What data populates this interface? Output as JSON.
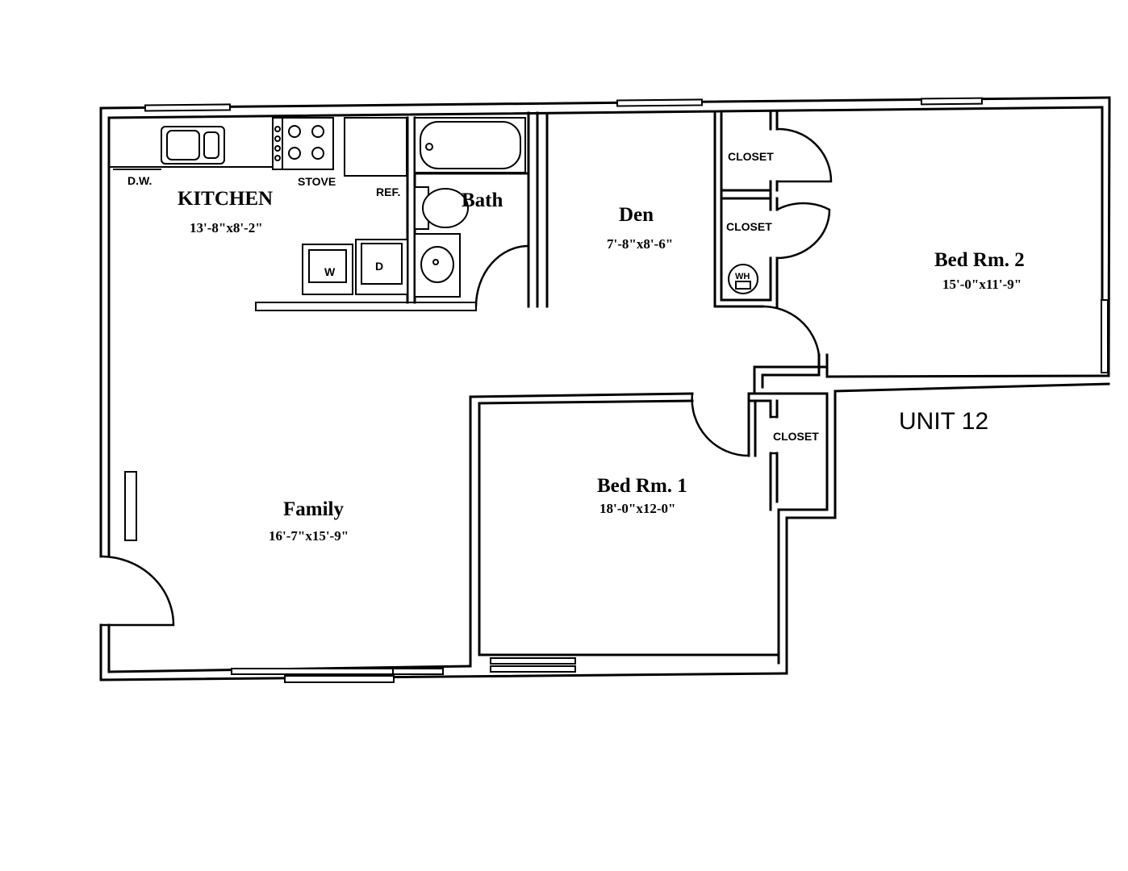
{
  "unit": {
    "label": "UNIT 12"
  },
  "rooms": {
    "kitchen": {
      "name": "KITCHEN",
      "dims": "13'-8\"x8'-2\""
    },
    "bath": {
      "name": "Bath"
    },
    "den": {
      "name": "Den",
      "dims": "7'-8\"x8'-6\""
    },
    "bedroom2": {
      "name": "Bed Rm. 2",
      "dims": "15'-0\"x11'-9\""
    },
    "bedroom1": {
      "name": "Bed Rm. 1",
      "dims": "18'-0\"x12-0\""
    },
    "family": {
      "name": "Family",
      "dims": "16'-7\"x15'-9\""
    }
  },
  "fixtures": {
    "dishwasher": "D.W.",
    "stove": "STOVE",
    "refrigerator": "REF.",
    "washer": "W",
    "dryer": "D",
    "water_heater": "WH"
  },
  "closets": {
    "upper": "CLOSET",
    "middle": "CLOSET",
    "lower": "CLOSET"
  }
}
